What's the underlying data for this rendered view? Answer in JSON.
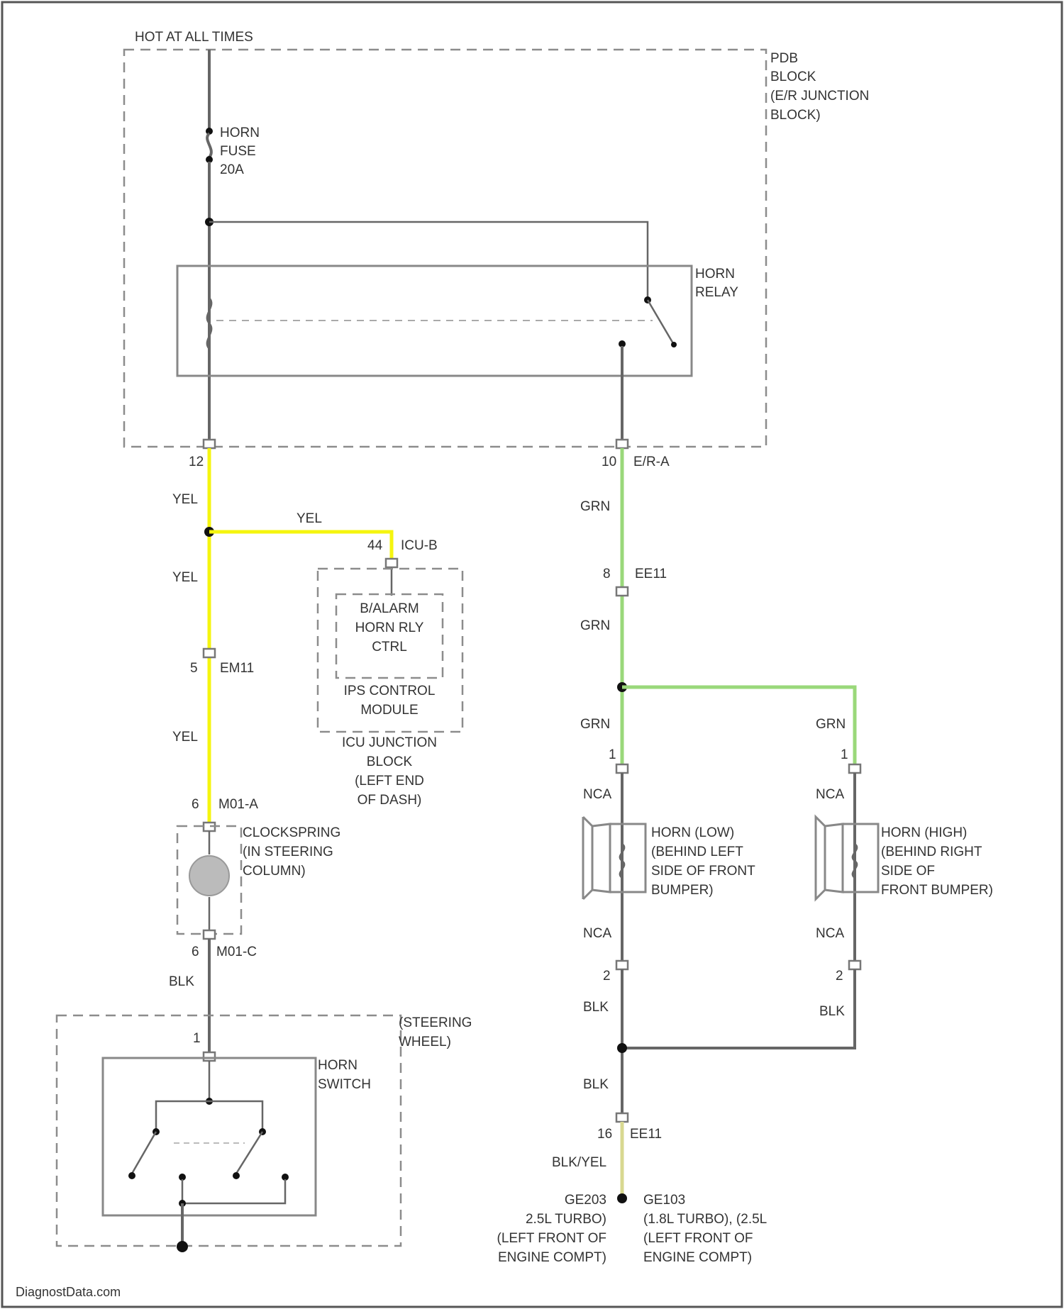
{
  "header": {
    "power_label": "HOT AT ALL TIMES"
  },
  "pdb": {
    "label": [
      "PDB",
      "BLOCK",
      "(E/R JUNCTION",
      "BLOCK)"
    ],
    "fuse": [
      "HORN",
      "FUSE",
      "20A"
    ],
    "relay": [
      "HORN",
      "RELAY"
    ],
    "pin_left": "12",
    "pin_right": "10",
    "connector_right": "E/R-A"
  },
  "wires": {
    "yel": "YEL",
    "grn": "GRN",
    "blk": "BLK",
    "nca": "NCA",
    "bkyel": "BLK/YEL"
  },
  "icu": {
    "pin": "44",
    "connector": "ICU-B",
    "inner": [
      "B/ALARM",
      "HORN RLY",
      "CTRL"
    ],
    "module": [
      "IPS CONTROL",
      "MODULE"
    ],
    "block": [
      "ICU JUNCTION",
      "BLOCK",
      "(LEFT END",
      "OF DASH)"
    ]
  },
  "connectors": {
    "em11_pin": "5",
    "em11": "EM11",
    "ee11_pin": "8",
    "ee11": "EE11",
    "m01a_pin": "6",
    "m01a": "M01-A",
    "m01c_pin": "6",
    "m01c": "M01-C",
    "sw_pin": "1",
    "ee11b_pin": "16",
    "ee11b": "EE11",
    "horn_low_pin1": "1",
    "horn_low_pin2": "2",
    "horn_high_pin1": "1",
    "horn_high_pin2": "2"
  },
  "clockspring": [
    "CLOCKSPRING",
    "(IN STEERING",
    "COLUMN)"
  ],
  "steering": [
    "(STEERING",
    "WHEEL)"
  ],
  "horn_switch": [
    "HORN",
    "SWITCH"
  ],
  "horn_low": [
    "HORN (LOW)",
    "(BEHIND LEFT",
    "SIDE OF FRONT",
    "BUMPER)"
  ],
  "horn_high": [
    "HORN (HIGH)",
    "(BEHIND RIGHT",
    "SIDE OF",
    "FRONT BUMPER)"
  ],
  "ground_left": [
    "GE203",
    "2.5L TURBO)",
    "(LEFT FRONT OF",
    "ENGINE COMPT)"
  ],
  "ground_right": [
    "GE103",
    "(1.8L TURBO), (2.5L",
    "(LEFT FRONT OF",
    "ENGINE COMPT)"
  ],
  "watermark": "DiagnostData.com",
  "colors": {
    "yel": "#f5f50f",
    "grn": "#9ad87a",
    "wire": "#666666",
    "bkyel": "#d8d890"
  }
}
